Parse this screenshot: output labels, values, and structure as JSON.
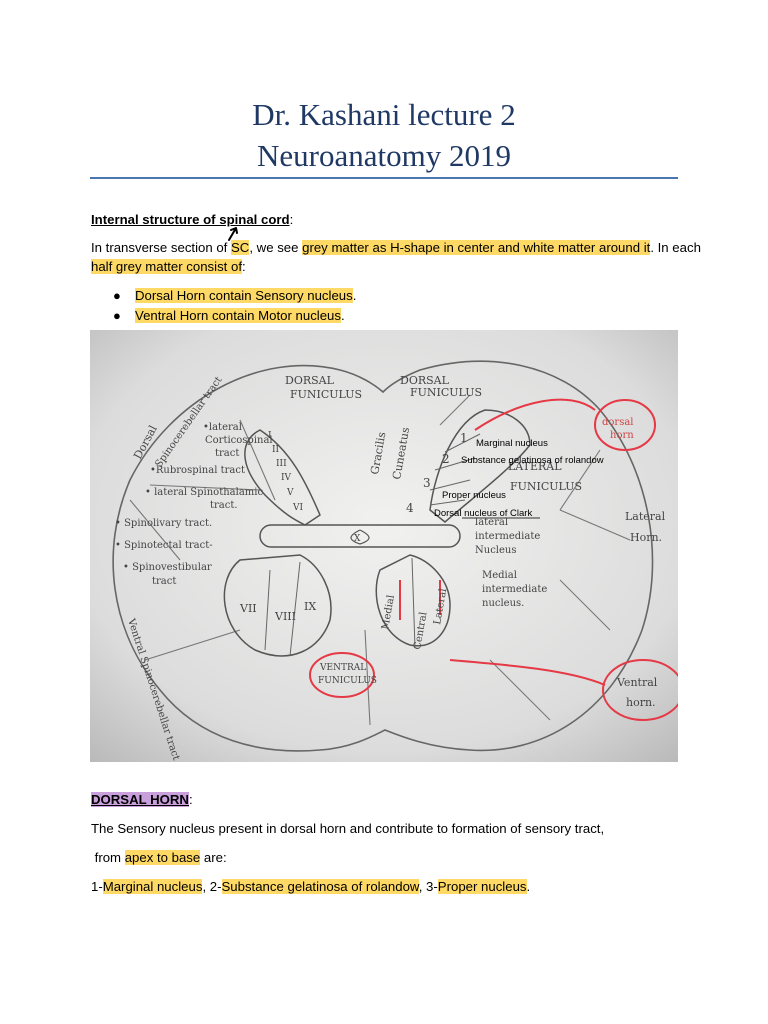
{
  "header": {
    "title_line1": "Dr. Kashani lecture  2",
    "title_line2": "Neuroanatomy 2019"
  },
  "section1": {
    "heading": "Internal structure of spinal cord",
    "heading_colon": ":",
    "para_part1": "In transverse section of ",
    "para_sc": "SC",
    "para_part2": ", we see ",
    "para_hl1": "grey matter as H-shape in center and white matter around it",
    "para_part3": ". In each",
    "para2_hl": "half grey matter consist of",
    "para2_tail": ":",
    "bullets": [
      {
        "text": "Dorsal Horn contain Sensory nucleus",
        "tail": "."
      },
      {
        "text": "Ventral Horn contain Motor nucleus",
        "tail": "."
      }
    ]
  },
  "figure": {
    "labels": {
      "marginal": "Marginal nucleus",
      "gelatinosa": "Substance gelatinosa of rolandow",
      "proper": "Proper nucleus",
      "clark": "Dorsal nucleus of Clark"
    },
    "hand": {
      "dorsal_funiculus_l1": "DORSAL",
      "dorsal_funiculus_l2": "FUNICULUS",
      "dorsal_funiculus_r1": "DORSAL",
      "dorsal_funiculus_r2": "FUNICULUS",
      "lateral_funiculus_1": "LATERAL",
      "lateral_funiculus_2": "FUNICULUS",
      "ventral_funiculus_1": "VENTRAL",
      "ventral_funiculus_2": "FUNICULUS",
      "gracilis": "Gracilis",
      "cuneatus": "Cuneatus",
      "dorsal_spino": "Dorsal",
      "spinocerebellar": "Spinocerebellar tract",
      "t1": "•lateral",
      "t1b": "Corticospinal",
      "t1c": "tract",
      "t2": "•Rubrospinal tract",
      "t3": "• lateral Spinothalamic",
      "t3b": "tract.",
      "t4": "• Spinolivary tract.",
      "t5": "• Spinotectal tract-",
      "t6": "• Spinovestibular",
      "t6b": "tract",
      "ventral_spino": "Ventral Spinocerebellar tract",
      "dorsal_horn_1": "dorsal",
      "dorsal_horn_2": "horn",
      "lateral_horn_1": "Lateral",
      "lateral_horn_2": "Horn.",
      "ventral_horn_1": "Ventral",
      "ventral_horn_2": "horn.",
      "lat_intermed_1": "lateral",
      "lat_intermed_2": "intermediate",
      "lat_intermed_3": "Nucleus",
      "med_intermed_1": "Medial",
      "med_intermed_2": "intermediate",
      "med_intermed_3": "nucleus.",
      "medial": "Medial",
      "central": "Central",
      "lateral": "Lateral",
      "n1": "1",
      "n2": "2",
      "n3": "3",
      "n4": "4",
      "r1": "I",
      "r2": "II",
      "r3": "III",
      "r4": "IV",
      "r5": "V",
      "r6": "VI",
      "r7": "VII",
      "r8": "VIII",
      "r9": "IX",
      "r10": "X"
    }
  },
  "section2": {
    "heading": "DORSAL HORN",
    "heading_colon": ":",
    "line1": "The Sensory nucleus present in dorsal horn and contribute to formation of sensory tract,",
    "line2_pre": " from ",
    "line2_hl": "apex to base",
    "line2_post": " are:",
    "line3_p1": "1-",
    "line3_h1": "Marginal nucleus",
    "line3_p2": ", 2-",
    "line3_h2": "Substance gelatinosa of rolandow",
    "line3_p3": ", 3-",
    "line3_h3": "Proper nucleus",
    "line3_p4": "."
  },
  "colors": {
    "title": "#1f3864",
    "rule": "#4a76b3",
    "highlight_yellow": "#ffd966",
    "highlight_purple": "#c9a0dc",
    "annotation_red": "#e53945"
  }
}
